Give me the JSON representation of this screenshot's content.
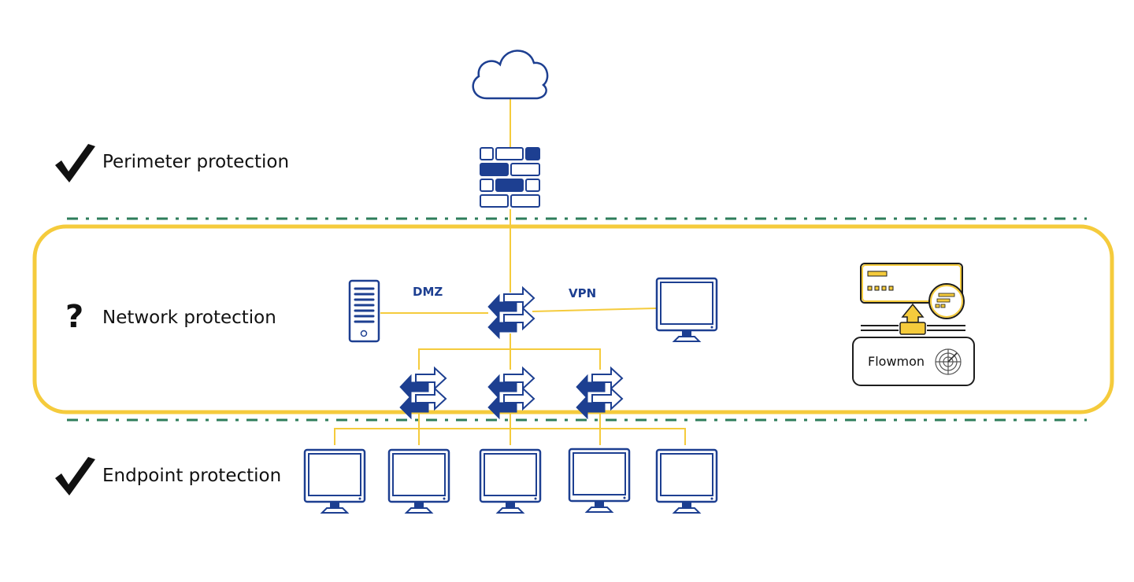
{
  "colors": {
    "navy": "#1d3f91",
    "yellow": "#f5cb3c",
    "green": "#2e7d5b",
    "text": "#111111"
  },
  "layers": [
    {
      "id": "perimeter",
      "label": "Perimeter protection",
      "status_icon": "checkmark-icon"
    },
    {
      "id": "network",
      "label": "Network protection",
      "status_icon": "question-mark-icon",
      "status_glyph": "?"
    },
    {
      "id": "endpoint",
      "label": "Endpoint protection",
      "status_icon": "checkmark-icon"
    }
  ],
  "network": {
    "dmz_label": "DMZ",
    "vpn_label": "VPN"
  },
  "flowmon": {
    "label": "Flowmon",
    "icon": "radar-icon"
  },
  "nodes": {
    "internet": "cloud-icon",
    "firewall": "firewall-icon",
    "core_switch": "switch-icon",
    "dmz_server": "server-icon",
    "vpn_client": "monitor-icon",
    "access_switches": 3,
    "endpoints": 5
  }
}
